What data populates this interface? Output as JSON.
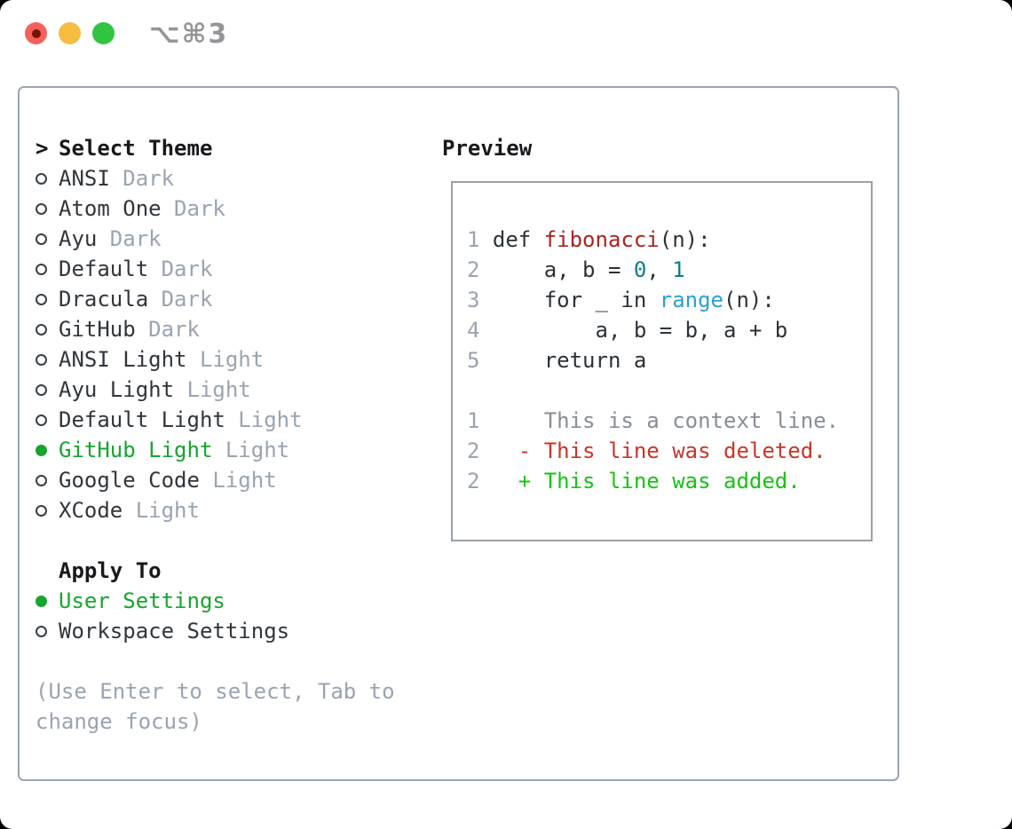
{
  "window": {
    "title": "⌥⌘3",
    "traffic_lights": [
      "close",
      "minimize",
      "zoom"
    ]
  },
  "theme_panel": {
    "cursor": ">",
    "header": "Select Theme",
    "items": [
      {
        "name": "ANSI",
        "variant": "Dark",
        "selected": false
      },
      {
        "name": "Atom One",
        "variant": "Dark",
        "selected": false
      },
      {
        "name": "Ayu",
        "variant": "Dark",
        "selected": false
      },
      {
        "name": "Default",
        "variant": "Dark",
        "selected": false
      },
      {
        "name": "Dracula",
        "variant": "Dark",
        "selected": false
      },
      {
        "name": "GitHub",
        "variant": "Dark",
        "selected": false
      },
      {
        "name": "ANSI Light",
        "variant": "Light",
        "selected": false
      },
      {
        "name": "Ayu Light",
        "variant": "Light",
        "selected": false
      },
      {
        "name": "Default Light",
        "variant": "Light",
        "selected": false
      },
      {
        "name": "GitHub Light",
        "variant": "Light",
        "selected": true
      },
      {
        "name": "Google Code",
        "variant": "Light",
        "selected": false
      },
      {
        "name": "XCode",
        "variant": "Light",
        "selected": false
      }
    ],
    "apply_to": {
      "label": "Apply To",
      "options": [
        {
          "label": "User Settings",
          "selected": true
        },
        {
          "label": "Workspace Settings",
          "selected": false
        }
      ]
    },
    "hint": "(Use Enter to select, Tab to change focus)"
  },
  "preview": {
    "label": "Preview",
    "code_lines": [
      {
        "num": "1",
        "tokens": [
          {
            "text": "def ",
            "cls": "plain"
          },
          {
            "text": "fibonacci",
            "cls": "func"
          },
          {
            "text": "(n):",
            "cls": "plain"
          }
        ]
      },
      {
        "num": "2",
        "tokens": [
          {
            "text": "    a, b = ",
            "cls": "plain"
          },
          {
            "text": "0",
            "cls": "num"
          },
          {
            "text": ", ",
            "cls": "plain"
          },
          {
            "text": "1",
            "cls": "num"
          }
        ]
      },
      {
        "num": "3",
        "tokens": [
          {
            "text": "    for _ in ",
            "cls": "plain"
          },
          {
            "text": "range",
            "cls": "builtin"
          },
          {
            "text": "(n):",
            "cls": "plain"
          }
        ]
      },
      {
        "num": "4",
        "tokens": [
          {
            "text": "        a, b = b, a + b",
            "cls": "plain"
          }
        ]
      },
      {
        "num": "5",
        "tokens": [
          {
            "text": "    return a",
            "cls": "plain"
          }
        ]
      }
    ],
    "diff_lines": [
      {
        "num": "1",
        "text": "    This is a context line.",
        "kind": "context"
      },
      {
        "num": "2",
        "text": "  - This line was deleted.",
        "kind": "deleted"
      },
      {
        "num": "2",
        "text": "  + This line was added.",
        "kind": "added"
      }
    ]
  },
  "colors": {
    "accent_green": "#16a52e",
    "diff_deleted_red": "#c9352a",
    "diff_added_green": "#16c316",
    "function_red": "#a8241f",
    "number_teal": "#0e7e85",
    "builtin_blue": "#2a9fd8",
    "muted_gray": "#9aa4b0",
    "traffic_red": "#f4615b",
    "traffic_yellow": "#f6bd40",
    "traffic_green": "#30c440"
  }
}
